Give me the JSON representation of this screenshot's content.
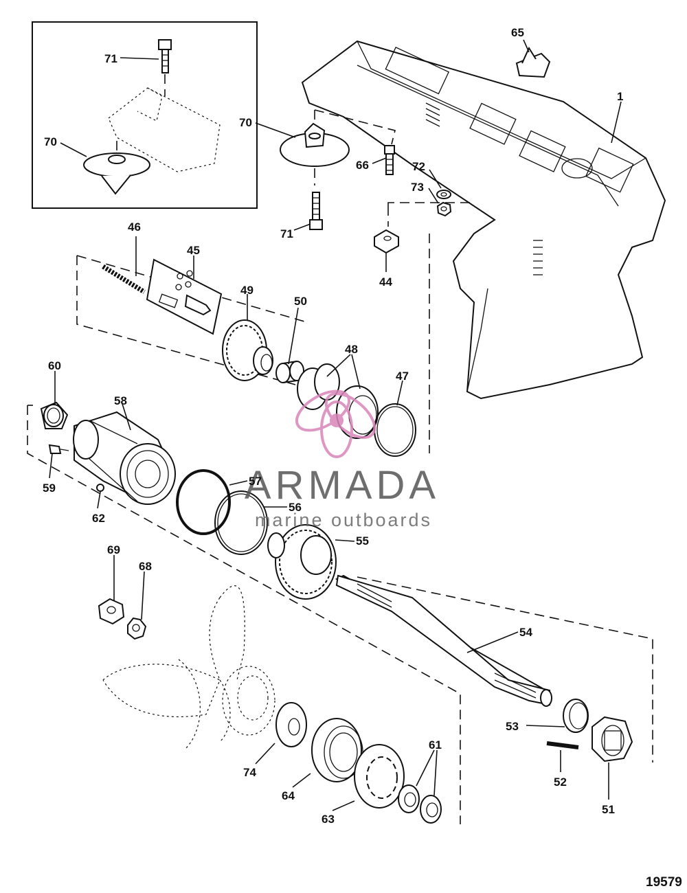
{
  "labels": {
    "p1": "1",
    "p44": "44",
    "p45": "45",
    "p46": "46",
    "p47": "47",
    "p48": "48",
    "p49": "49",
    "p50": "50",
    "p51": "51",
    "p52": "52",
    "p53": "53",
    "p54": "54",
    "p55": "55",
    "p56": "56",
    "p57": "57",
    "p58": "58",
    "p59": "59",
    "p60": "60",
    "p61": "61",
    "p62": "62",
    "p63": "63",
    "p64": "64",
    "p65": "65",
    "p66": "66",
    "p68": "68",
    "p69": "69",
    "p70a": "70",
    "p70b": "70",
    "p71a": "71",
    "p71b": "71",
    "p72": "72",
    "p73": "73",
    "p74": "74"
  },
  "watermark": {
    "title": "ARMADA",
    "subtitle": "marine outboards",
    "accent_color": "#d985b8"
  },
  "drawing_number": "19579"
}
